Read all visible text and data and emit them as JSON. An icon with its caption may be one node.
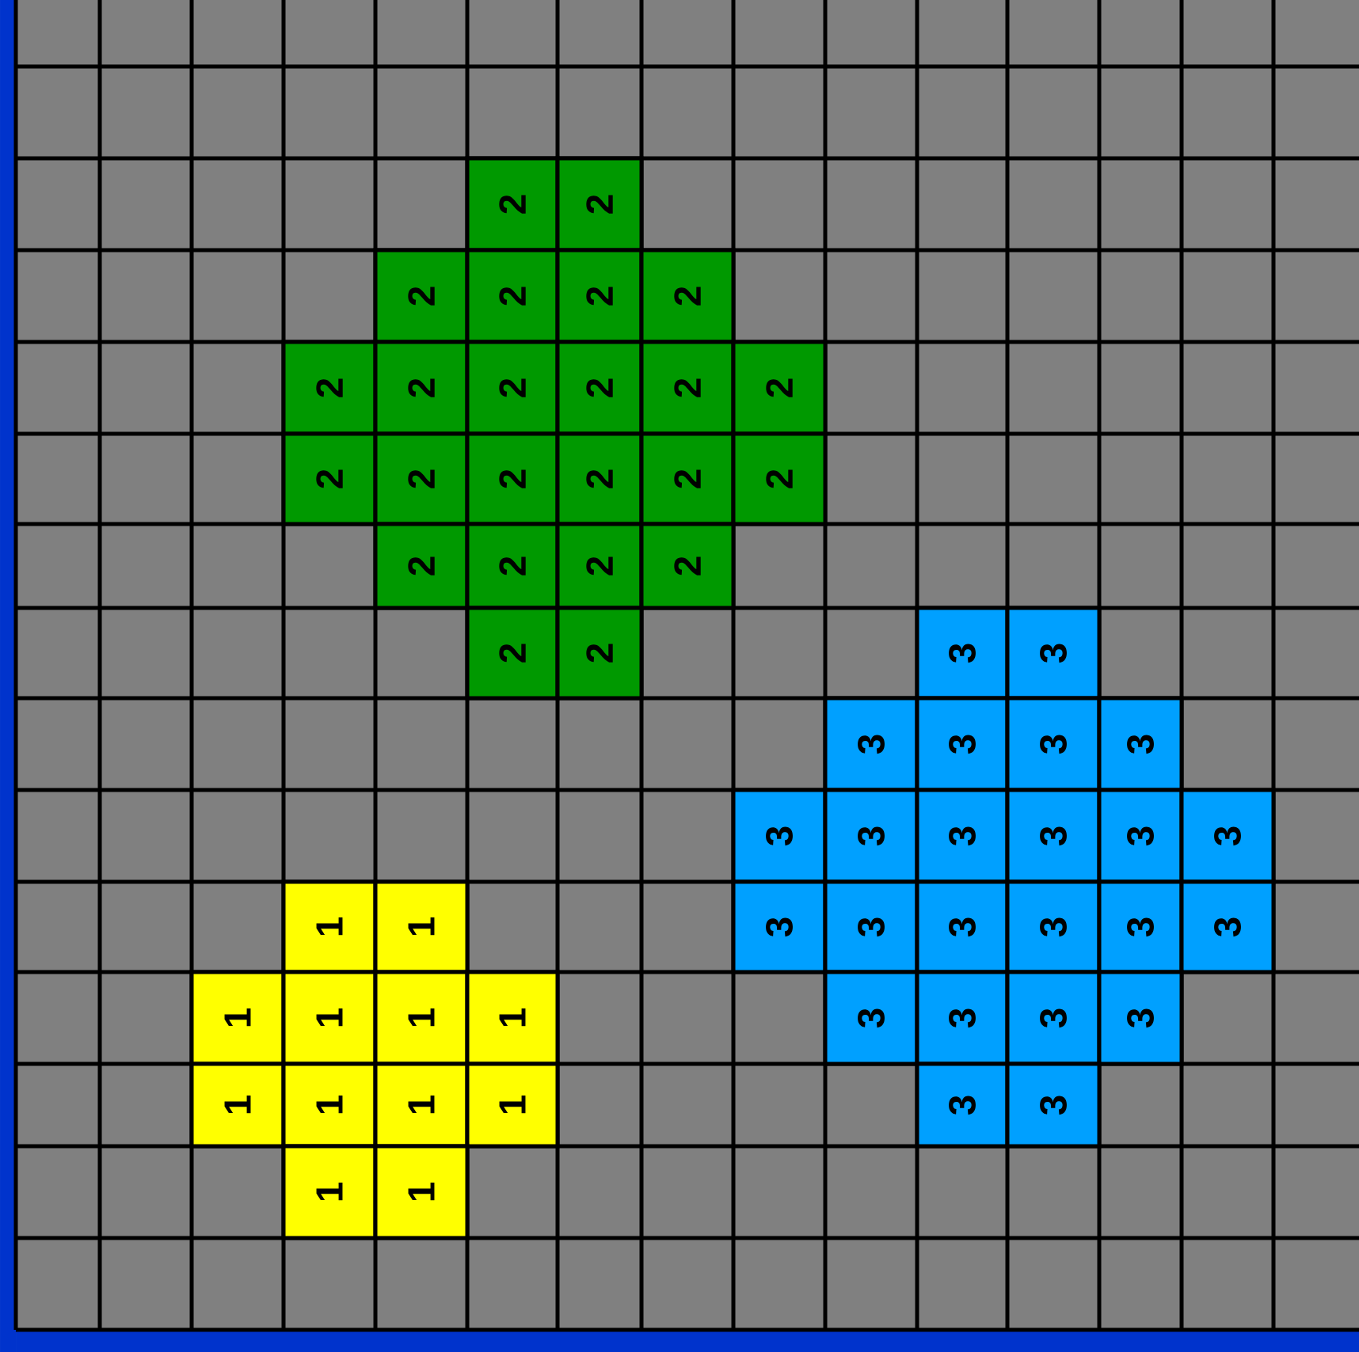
{
  "diagram": {
    "nodes": [
      {
        "text": [
          "2"
        ]
      },
      {
        "text": [
          "2"
        ]
      },
      {
        "text": [
          "2"
        ]
      },
      {
        "text": [
          "2"
        ]
      },
      {
        "text": [
          "2"
        ]
      },
      {
        "text": [
          "2"
        ]
      },
      {
        "text": [
          "2"
        ]
      },
      {
        "text": [
          "2"
        ]
      },
      {
        "text": [
          "2"
        ]
      },
      {
        "text": [
          "2"
        ]
      },
      {
        "text": [
          "2"
        ]
      },
      {
        "text": [
          "2"
        ]
      },
      {
        "text": [
          "2"
        ]
      },
      {
        "text": [
          "2"
        ]
      },
      {
        "text": [
          "2"
        ]
      },
      {
        "text": [
          "2"
        ]
      },
      {
        "text": [
          "2"
        ]
      },
      {
        "text": [
          "2"
        ]
      },
      {
        "text": [
          "2"
        ]
      },
      {
        "text": [
          "2"
        ]
      },
      {
        "text": [
          "2"
        ]
      },
      {
        "text": [
          "2"
        ]
      },
      {
        "text": [
          "2"
        ]
      },
      {
        "text": [
          "2"
        ]
      },
      {
        "text": [
          "3"
        ]
      },
      {
        "text": [
          "3"
        ]
      },
      {
        "text": [
          "3"
        ]
      },
      {
        "text": [
          "3"
        ]
      },
      {
        "text": [
          "3"
        ]
      },
      {
        "text": [
          "3"
        ]
      },
      {
        "text": [
          "3"
        ]
      },
      {
        "text": [
          "3"
        ]
      },
      {
        "text": [
          "3"
        ]
      },
      {
        "text": [
          "3"
        ]
      },
      {
        "text": [
          "3"
        ]
      },
      {
        "text": [
          "3"
        ]
      },
      {
        "text": [
          "1"
        ]
      },
      {
        "text": [
          "1"
        ]
      },
      {
        "text": [
          "3"
        ]
      },
      {
        "text": [
          "3"
        ]
      },
      {
        "text": [
          "3"
        ]
      },
      {
        "text": [
          "3"
        ]
      },
      {
        "text": [
          "3"
        ]
      },
      {
        "text": [
          "3"
        ]
      },
      {
        "text": [
          "1"
        ]
      },
      {
        "text": [
          "1"
        ]
      },
      {
        "text": [
          "1"
        ]
      },
      {
        "text": [
          "1"
        ]
      },
      {
        "text": [
          "3"
        ]
      },
      {
        "text": [
          "3"
        ]
      },
      {
        "text": [
          "3"
        ]
      },
      {
        "text": [
          "3"
        ]
      },
      {
        "text": [
          "1"
        ]
      },
      {
        "text": [
          "1"
        ]
      },
      {
        "text": [
          "1"
        ]
      },
      {
        "text": [
          "1"
        ]
      },
      {
        "text": [
          "3"
        ]
      },
      {
        "text": [
          "3"
        ]
      },
      {
        "text": [
          "1"
        ]
      },
      {
        "text": [
          "1"
        ]
      }
    ]
  }
}
